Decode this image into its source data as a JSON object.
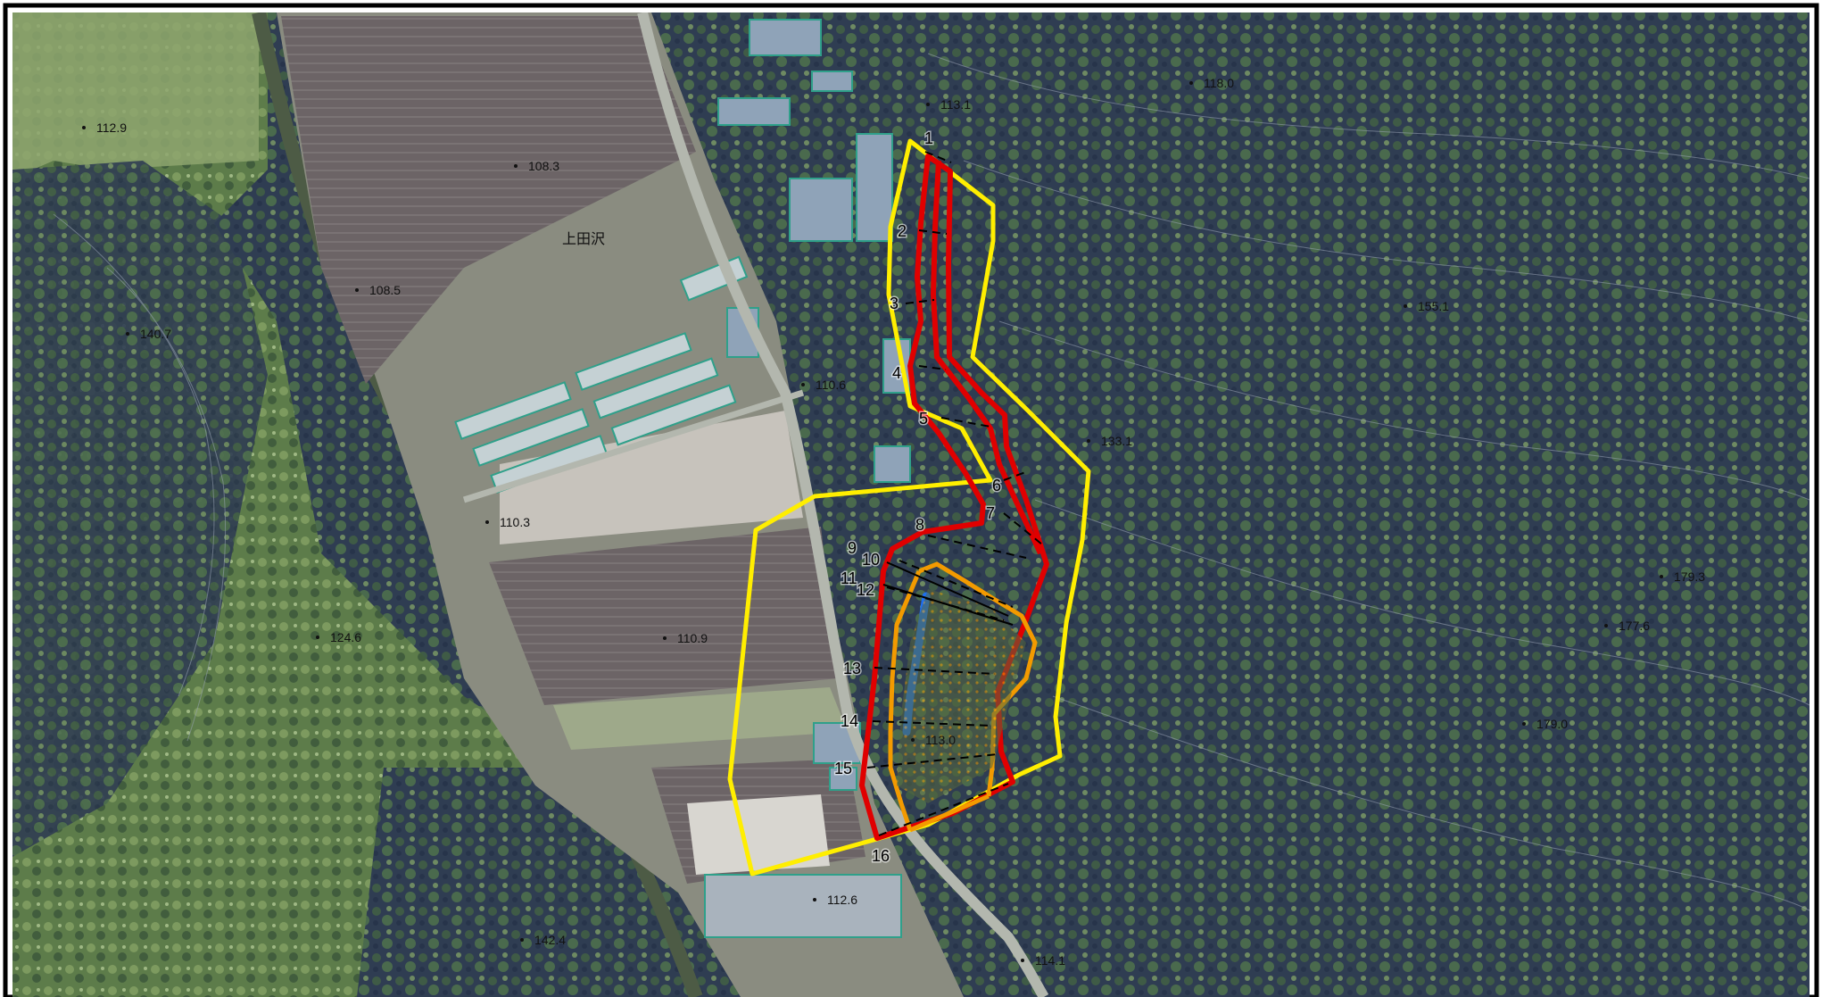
{
  "map": {
    "place_name": "上田沢",
    "elevation_points": [
      {
        "label": "112.9"
      },
      {
        "label": "108.3"
      },
      {
        "label": "108.5"
      },
      {
        "label": "140.7"
      },
      {
        "label": "113.1"
      },
      {
        "label": "118.0"
      },
      {
        "label": "155.1"
      },
      {
        "label": "110.6"
      },
      {
        "label": "133.1"
      },
      {
        "label": "110.3"
      },
      {
        "label": "124.6"
      },
      {
        "label": "110.9"
      },
      {
        "label": "179.3"
      },
      {
        "label": "177.6"
      },
      {
        "label": "179.0"
      },
      {
        "label": "113.0"
      },
      {
        "label": "112.6"
      },
      {
        "label": "142.4"
      },
      {
        "label": "114.1"
      }
    ],
    "section_labels": [
      "1",
      "2",
      "3",
      "4",
      "5",
      "6",
      "7",
      "8",
      "9",
      "10",
      "11",
      "12",
      "13",
      "14",
      "15",
      "16"
    ],
    "colors": {
      "yellow_boundary": "#ffee00",
      "red_boundary": "#e00000",
      "orange_boundary": "#f39a00",
      "blue_channel": "#1e6ff0",
      "forest_dark": "#2c3a4e",
      "forest_light": "#5f7f4a",
      "paddy": "#6f6667",
      "greenhouse": "#c9d4d6",
      "road": "#b9bdb3"
    }
  }
}
